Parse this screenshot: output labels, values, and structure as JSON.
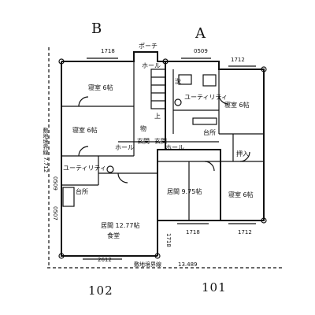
{
  "units": {
    "b": "B",
    "a": "A",
    "b_number": "102",
    "a_number": "101"
  },
  "rooms": {
    "porch": "ポーチ",
    "hall_top": "ホール",
    "washroom_top": "洗",
    "utility_top": "ユーティリティ",
    "bedroom_b_top": "寝室 6帖",
    "bedroom_b_mid": "寝室 6帖",
    "bedroom_a_top": "寝室 6帖",
    "up": "上",
    "storage": "物",
    "kitchen_a": "台所",
    "entrance_left": "玄関",
    "entrance_right": "玄関",
    "hall_left": "ホール",
    "hall_right": "ホール",
    "pantry_a": "押入",
    "utility_left": "ユーティリティ",
    "kitchen_b": "台所",
    "living_b": "居間 12.77帖",
    "dining_b": "食堂",
    "living_a": "居間 9.75帖",
    "bedroom_a_bottom": "寝室 6帖"
  },
  "dimensions": {
    "top_left": "1718",
    "top_mid": "0509",
    "top_right": "1712",
    "bottom_mid": "1718",
    "bottom_right": "1712",
    "bottom_left": "2612",
    "left_vertical_a": "0509",
    "left_vertical_b": "0507",
    "right_vertical": "1718",
    "boundary_left": "敷地境界線 7.712",
    "boundary_bottom": "敷地境界線",
    "boundary_total": "13.489"
  }
}
